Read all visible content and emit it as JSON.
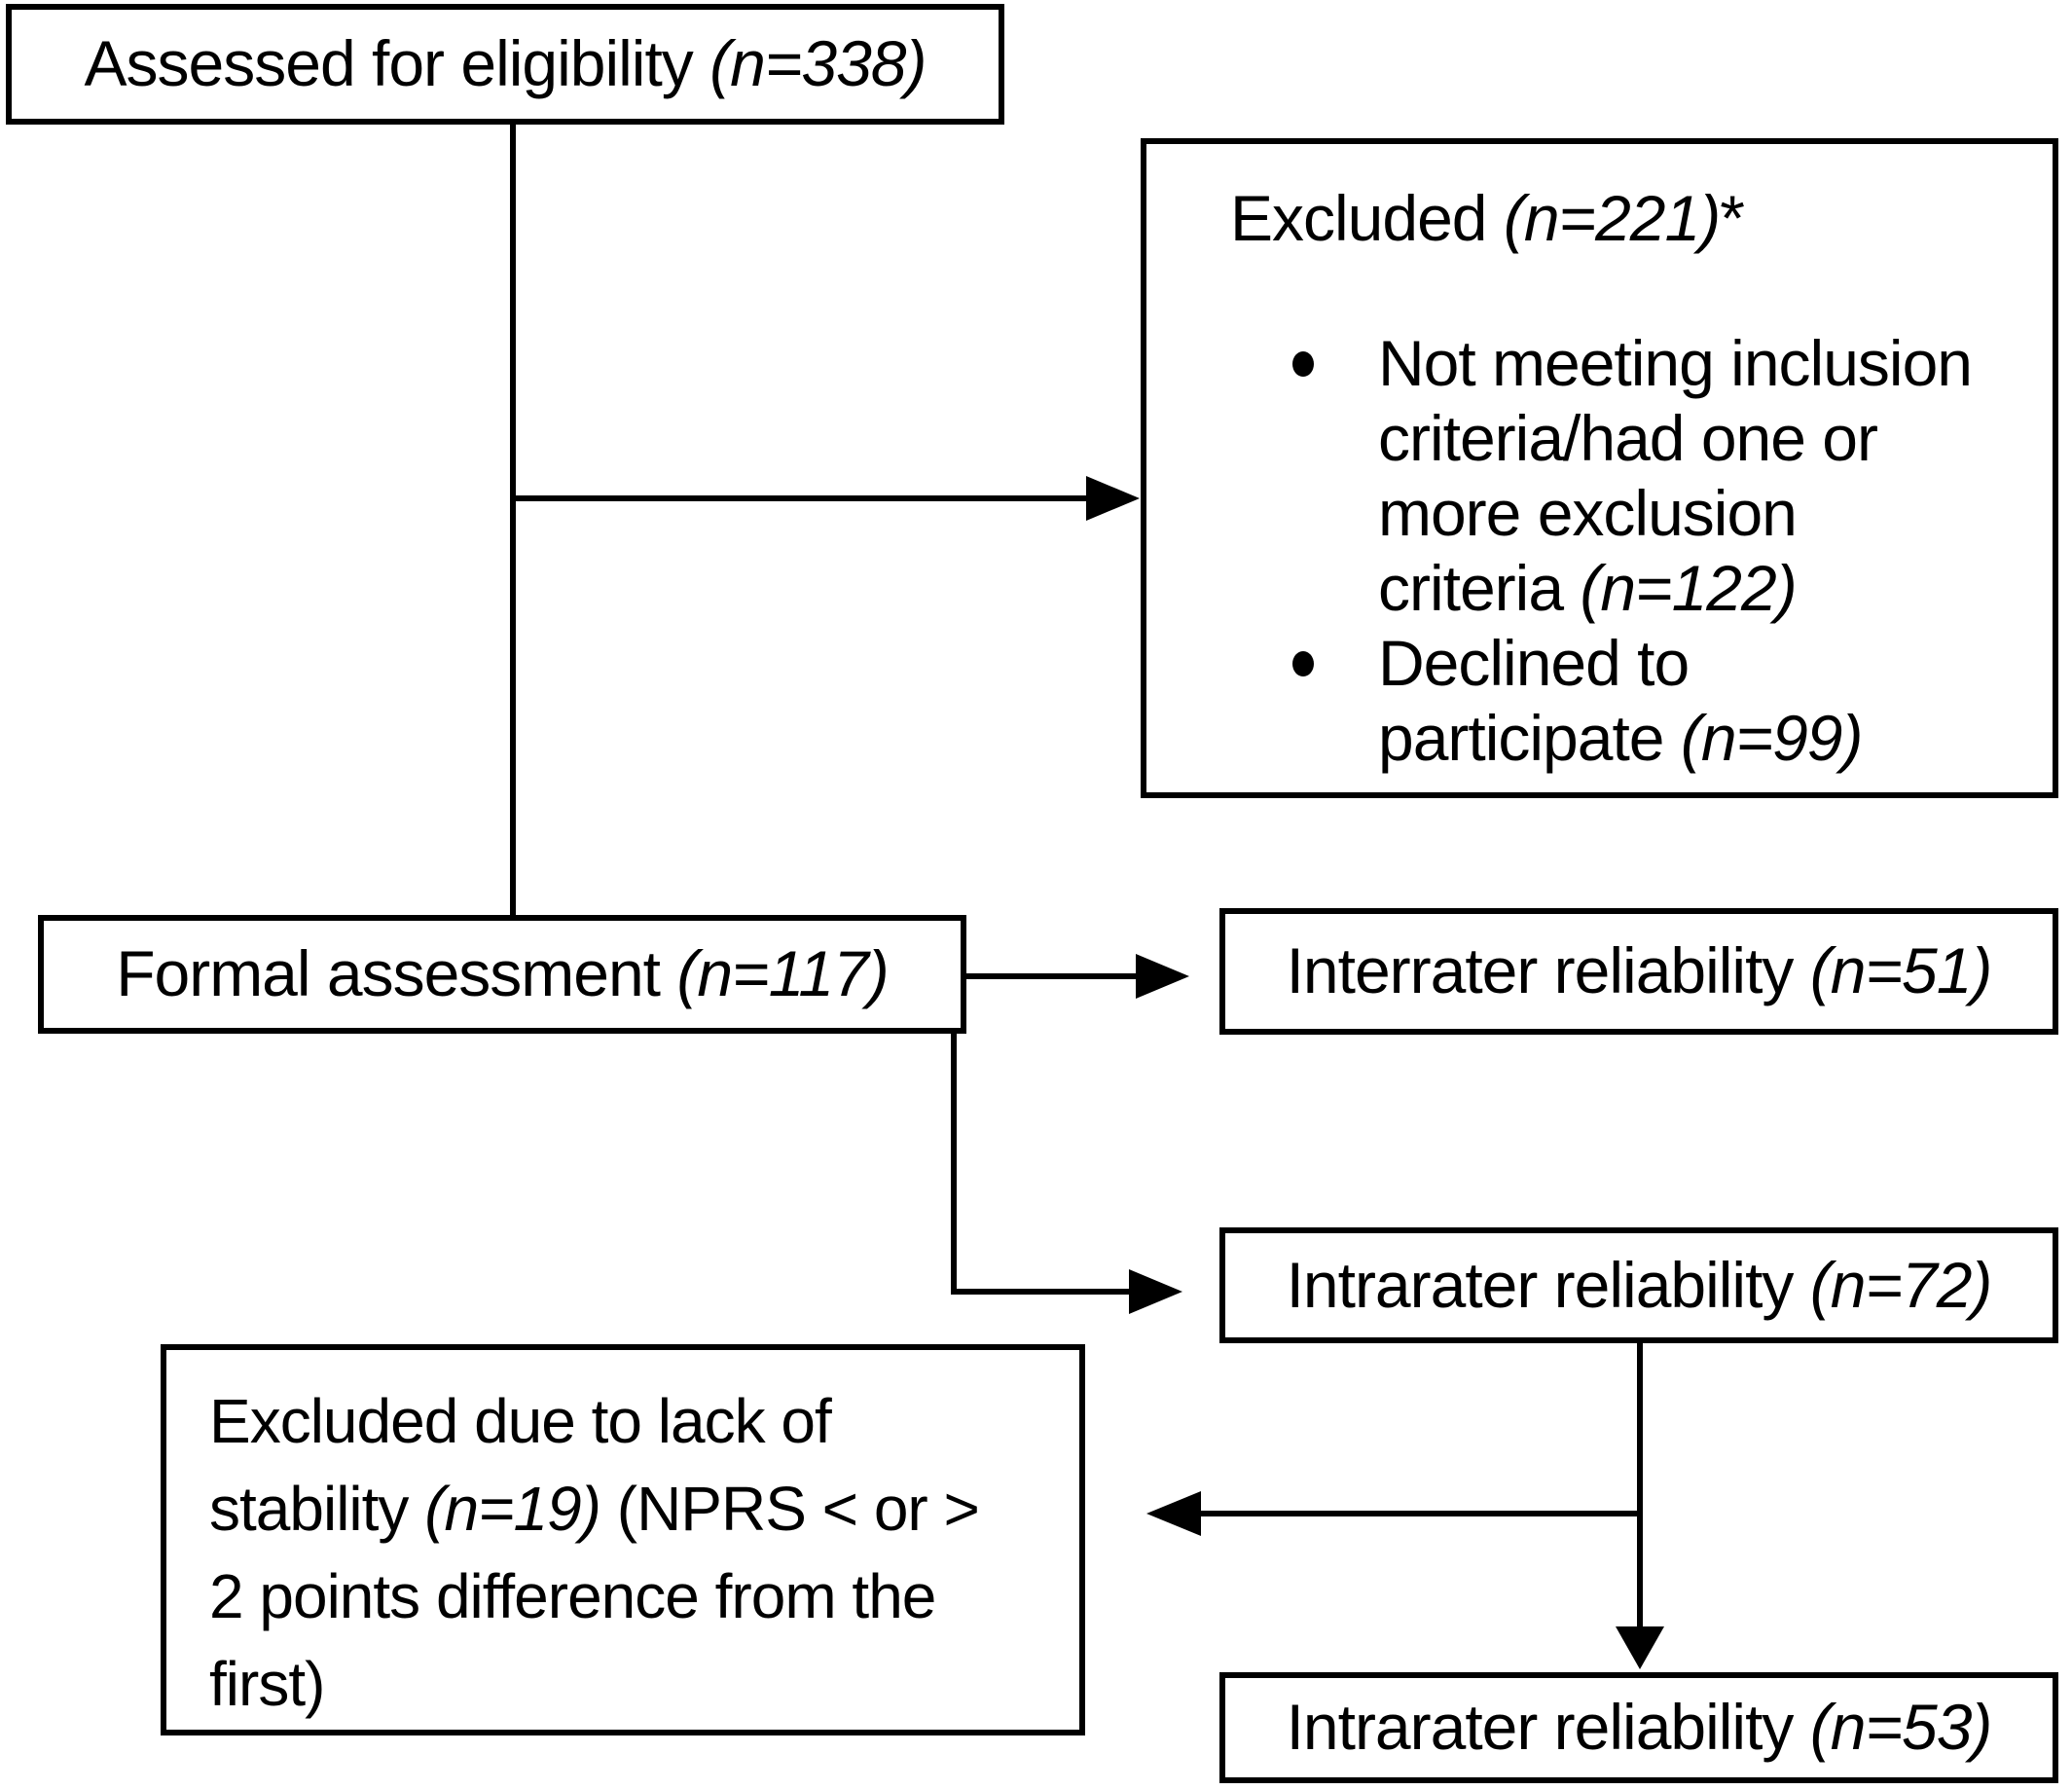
{
  "diagram": {
    "type": "flowchart",
    "colors": {
      "line": "#000000",
      "background": "#ffffff",
      "text": "#000000"
    },
    "boxes": {
      "assessed": {
        "parts": [
          {
            "t": "Assessed for eligibility ",
            "i": false
          },
          {
            "t": "(n=338)",
            "i": true
          }
        ]
      },
      "excluded": {
        "title_parts": [
          {
            "t": "Excluded ",
            "i": false
          },
          {
            "t": "(n=221)",
            "i": true
          },
          {
            "t": "*",
            "i": false
          }
        ],
        "bullets": [
          {
            "parts": [
              {
                "t": "Not meeting inclusion\ncriteria/had one or\nmore exclusion\ncriteria ",
                "i": false
              },
              {
                "t": "(n=122)",
                "i": true
              }
            ]
          },
          {
            "parts": [
              {
                "t": "Declined to\nparticipate ",
                "i": false
              },
              {
                "t": "(n=99)",
                "i": true
              }
            ]
          }
        ]
      },
      "formal": {
        "parts": [
          {
            "t": "Formal assessment ",
            "i": false
          },
          {
            "t": "(n=117)",
            "i": true
          }
        ]
      },
      "interrater": {
        "parts": [
          {
            "t": "Interrater reliability ",
            "i": false
          },
          {
            "t": "(n=51)",
            "i": true
          }
        ]
      },
      "intrarater_72": {
        "parts": [
          {
            "t": "Intrarater reliability ",
            "i": false
          },
          {
            "t": "(n=72)",
            "i": true
          }
        ]
      },
      "excluded_stability": {
        "parts": [
          {
            "t": "Excluded due to lack of\nstability ",
            "i": false
          },
          {
            "t": "(n=19)",
            "i": true
          },
          {
            "t": " (NPRS < or >\n2 points difference from the\nfirst)",
            "i": false
          }
        ]
      },
      "intrarater_53": {
        "parts": [
          {
            "t": "Intrarater reliability ",
            "i": false
          },
          {
            "t": "(n=53)",
            "i": true
          }
        ]
      }
    }
  }
}
